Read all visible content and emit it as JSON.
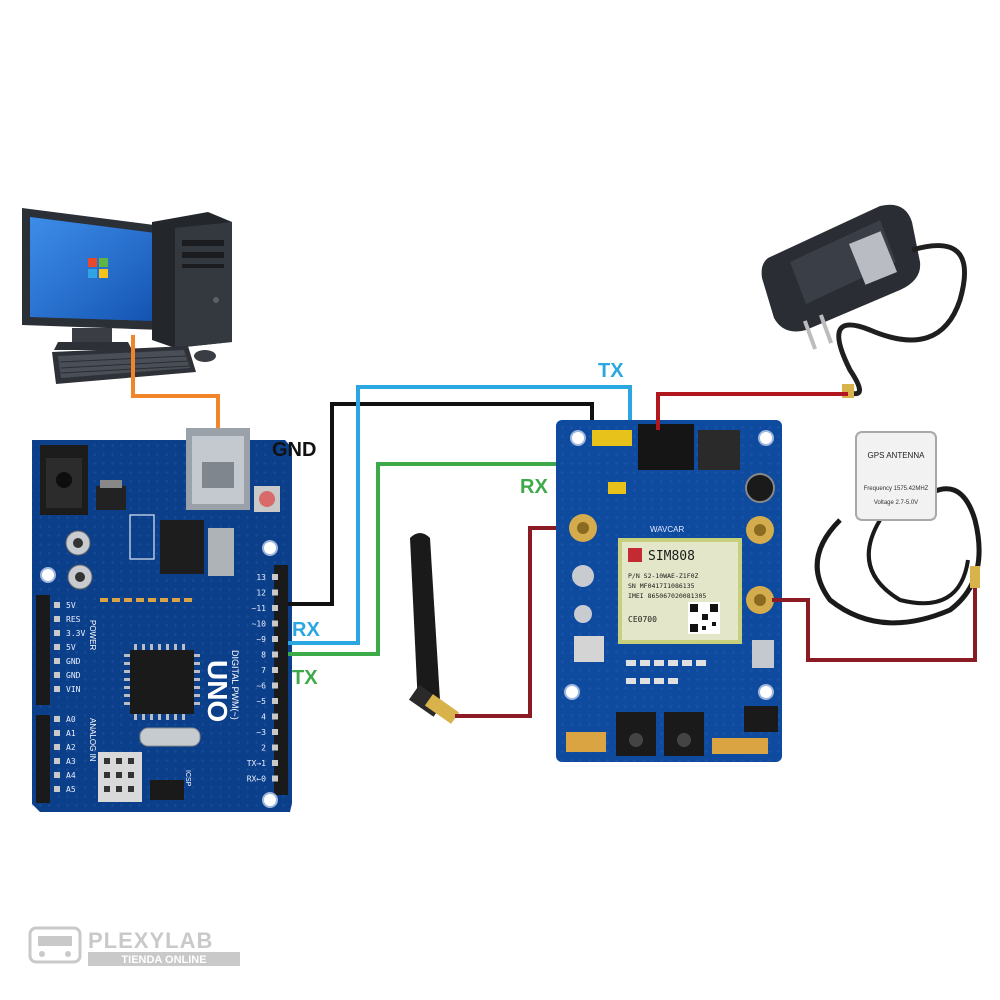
{
  "wire_labels": {
    "gnd": "GND",
    "rx_arduino": "RX",
    "tx_arduino": "TX",
    "tx_sim": "TX",
    "rx_sim": "RX"
  },
  "arduino": {
    "board_name": "UNO",
    "power_header": "POWER",
    "analog_header": "ANALOG IN",
    "digital_header": "DIGITAL PWM(~)",
    "power_pins": [
      "5V",
      "RES",
      "3.3V",
      "5V",
      "GND",
      "GND",
      "VIN"
    ],
    "analog_pins": [
      "A0",
      "A1",
      "A2",
      "A3",
      "A4",
      "A5"
    ],
    "digital_pins": [
      "13",
      "12",
      "~11",
      "~10",
      "~9",
      "8",
      "7",
      "~6",
      "~5",
      "4",
      "~3",
      "2",
      "TX→1",
      "RX←0"
    ],
    "icsp": "ICSP"
  },
  "sim_module": {
    "chip_brand": "SIM808",
    "chip_lines": [
      "P/N S2-10WAE-Z1F0Z",
      "SN MF0417I1086135",
      "IMEI 865067020081305"
    ],
    "ce_mark": "CE0700",
    "board_brand": "WAVCAR"
  },
  "gps_antenna": {
    "title": "GPS ANTENNA",
    "frequency": "Frequency 1575.42MHZ",
    "voltage": "Voltage 2.7-5.0V"
  },
  "watermark": {
    "brand": "PLEXYLAB",
    "tagline": "TIENDA ONLINE"
  },
  "colors": {
    "wire_gnd": "#111111",
    "wire_rx": "#2aa7e0",
    "wire_tx": "#3daa4a",
    "wire_power": "#b2161f",
    "wire_usb": "#f0852a",
    "label_rx_arduino": "#2aa7e0",
    "label_tx_arduino": "#3daa4a",
    "label_tx_sim": "#2aa7e0",
    "label_rx_sim": "#3daa4a",
    "board_blue": "#0c3f8a"
  }
}
